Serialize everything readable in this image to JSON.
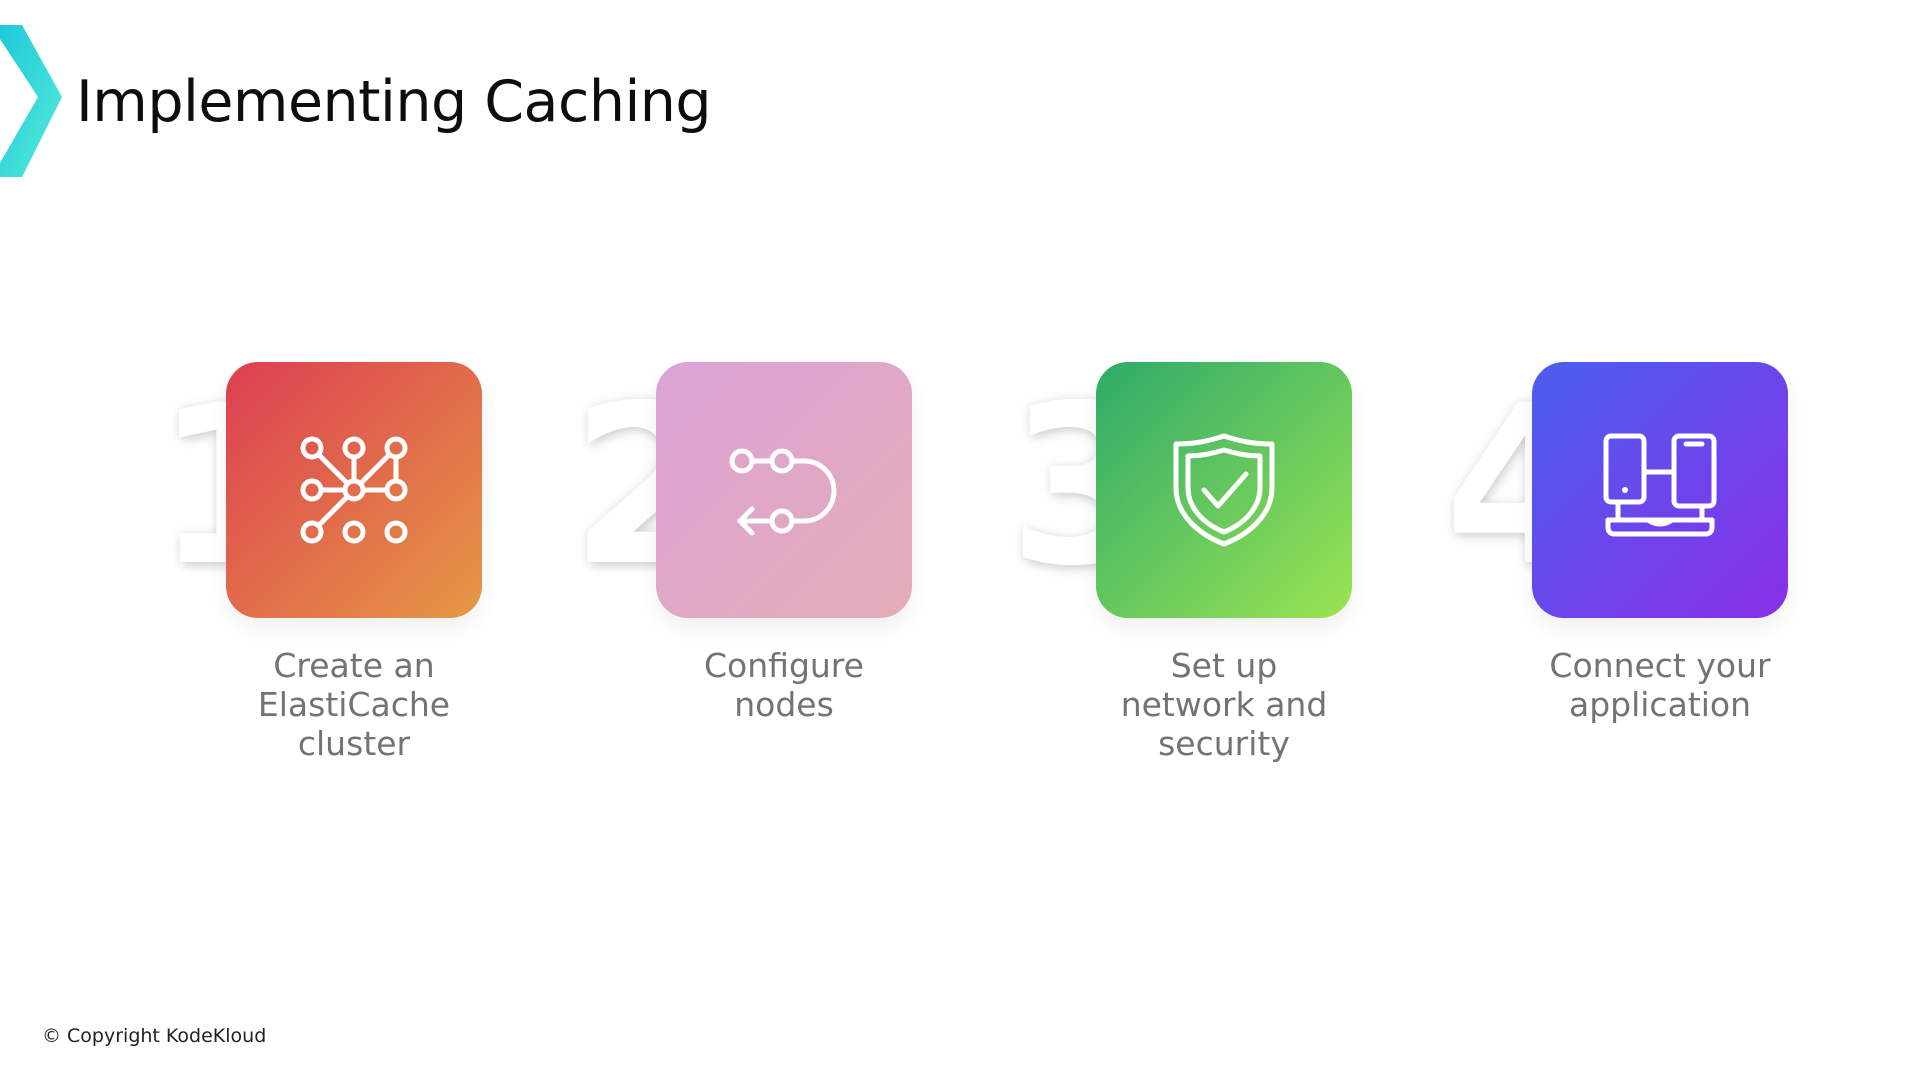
{
  "brand": {
    "logo_icon": "kodekloud-chevron-icon",
    "colors": [
      "#1fc8db",
      "#54ecd8"
    ]
  },
  "header": {
    "title": "Implementing Caching"
  },
  "steps": [
    {
      "number": "1",
      "label_lines": [
        "Create an",
        "ElastiCache",
        "cluster"
      ],
      "icon": "cluster-network-icon",
      "gradient": [
        "#dc3e52",
        "#e69844"
      ]
    },
    {
      "number": "2",
      "label_lines": [
        "Configure",
        "nodes"
      ],
      "icon": "configure-flow-icon",
      "gradient": [
        "#dba3d7",
        "#e4acb6"
      ]
    },
    {
      "number": "3",
      "label_lines": [
        "Set up",
        "network and",
        "security"
      ],
      "icon": "shield-check-icon",
      "gradient": [
        "#2eaa6a",
        "#9ae452"
      ]
    },
    {
      "number": "4",
      "label_lines": [
        "Connect your",
        "application"
      ],
      "icon": "devices-laptop-icon",
      "gradient": [
        "#4a5fee",
        "#8a2fe6"
      ]
    }
  ],
  "footer": {
    "copyright": "© Copyright KodeKloud"
  }
}
